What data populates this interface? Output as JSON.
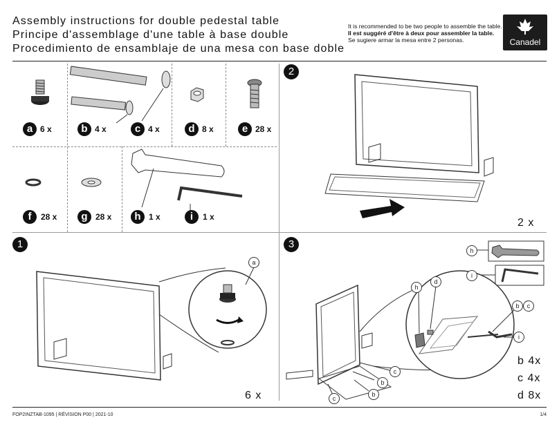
{
  "header": {
    "title_en": "Assembly instructions for double pedestal table",
    "title_fr": "Principe d'assemblage d'une table à base double",
    "title_es": "Procedimiento de ensamblaje de una mesa con base doble",
    "note_en": "It is recommended to be two people to assemble the table.",
    "note_fr": "Il est suggéré d'être à deux pour assembler la table.",
    "note_es": "Se sugiere armar la mesa entre 2 personas.",
    "logo": "Canadel"
  },
  "parts": [
    {
      "letter": "a",
      "qty": "6 x"
    },
    {
      "letter": "b",
      "qty": "4 x"
    },
    {
      "letter": "c",
      "qty": "4 x"
    },
    {
      "letter": "d",
      "qty": "8 x"
    },
    {
      "letter": "e",
      "qty": "28 x"
    },
    {
      "letter": "f",
      "qty": "28 x"
    },
    {
      "letter": "g",
      "qty": "28 x"
    },
    {
      "letter": "h",
      "qty": "1 x"
    },
    {
      "letter": "i",
      "qty": "1 x"
    }
  ],
  "steps": [
    {
      "number": "1",
      "multiplier": "6 x",
      "callouts": [
        "a"
      ]
    },
    {
      "number": "2",
      "multiplier": "2 x"
    },
    {
      "number": "3",
      "callouts": [
        "h",
        "i",
        "h",
        "d",
        "b",
        "c",
        "i",
        "c",
        "b",
        "b",
        "c"
      ],
      "summary": [
        "b  4x",
        "c  4x",
        "d  8x"
      ]
    }
  ],
  "footer": {
    "doc": "FOP2INZTAB-1095  |  RÉVISION P00  |  2021-10",
    "page": "1/4"
  },
  "colors": {
    "ink": "#111111",
    "rule": "#222222",
    "grey": "#888888"
  }
}
